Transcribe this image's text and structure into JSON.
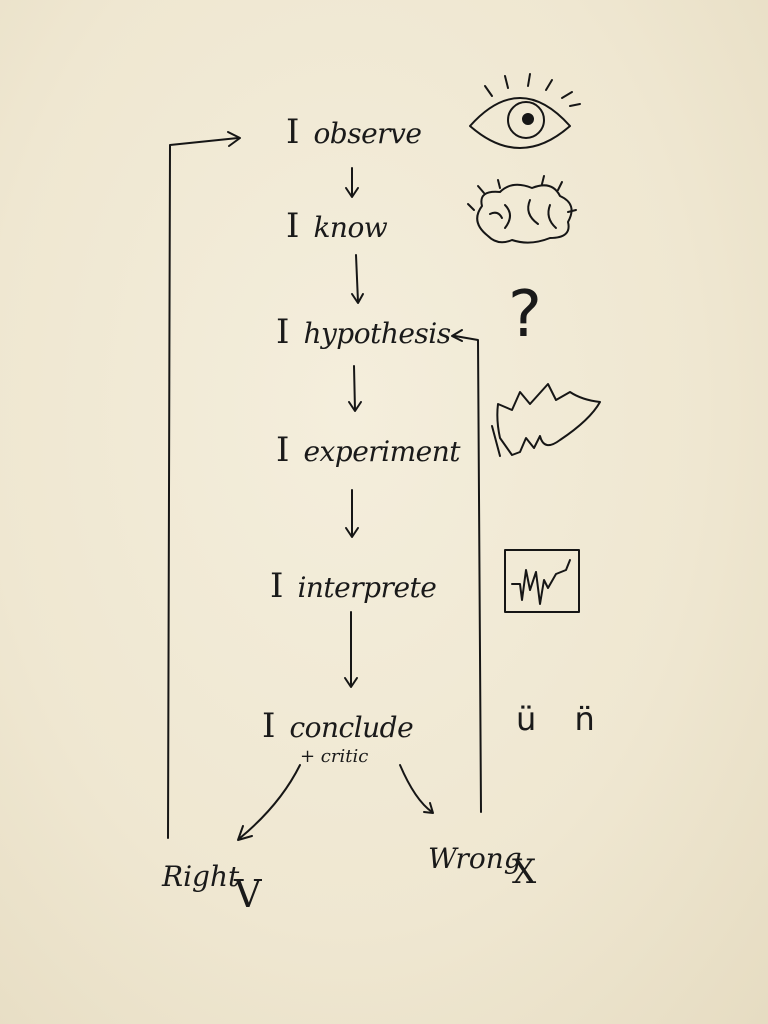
{
  "steps": [
    {
      "pronoun": "I",
      "word": "observe"
    },
    {
      "pronoun": "I",
      "word": "know"
    },
    {
      "pronoun": "I",
      "word": "hypothesis"
    },
    {
      "pronoun": "I",
      "word": "experiment"
    },
    {
      "pronoun": "I",
      "word": "interprete"
    },
    {
      "pronoun": "I",
      "word": "conclude"
    }
  ],
  "critic_note": "+ critic",
  "outcomes": {
    "right": {
      "label": "Right",
      "mark": "V"
    },
    "wrong": {
      "label": "Wrong",
      "mark": "X"
    }
  },
  "icons": [
    "eye-icon",
    "brain-icon",
    "question-mark-icon",
    "explosion-icon",
    "graph-icon",
    "faces-icon"
  ],
  "faces_text": "ü n̈",
  "question_text": "?"
}
